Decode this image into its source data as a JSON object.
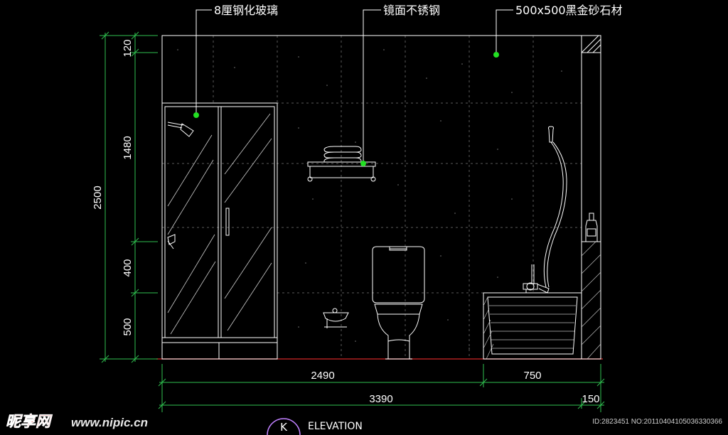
{
  "labels": {
    "glass": "8厘钢化玻璃",
    "steel": "镜面不锈钢",
    "stone": "500x500黑金砂石材"
  },
  "dimensions": {
    "vertical_total": "2500",
    "vertical_segments": [
      "120",
      "1480",
      "400",
      "500"
    ],
    "horizontal_row1": [
      "2490",
      "750"
    ],
    "horizontal_row2": [
      "3390",
      "150"
    ]
  },
  "title": {
    "symbol": "K",
    "text": "ELEVATION"
  },
  "watermark": {
    "brand": "昵享网",
    "url": "www.nipic.cn",
    "id": "ID:2823451 NO:20110404105036330366"
  },
  "colors": {
    "background": "#000000",
    "lines": "#ffffff",
    "dimension": "#2fbf4f",
    "leader_dot": "#22e022",
    "tile_dash": "#5a5a5a",
    "floor": "#b02020"
  }
}
